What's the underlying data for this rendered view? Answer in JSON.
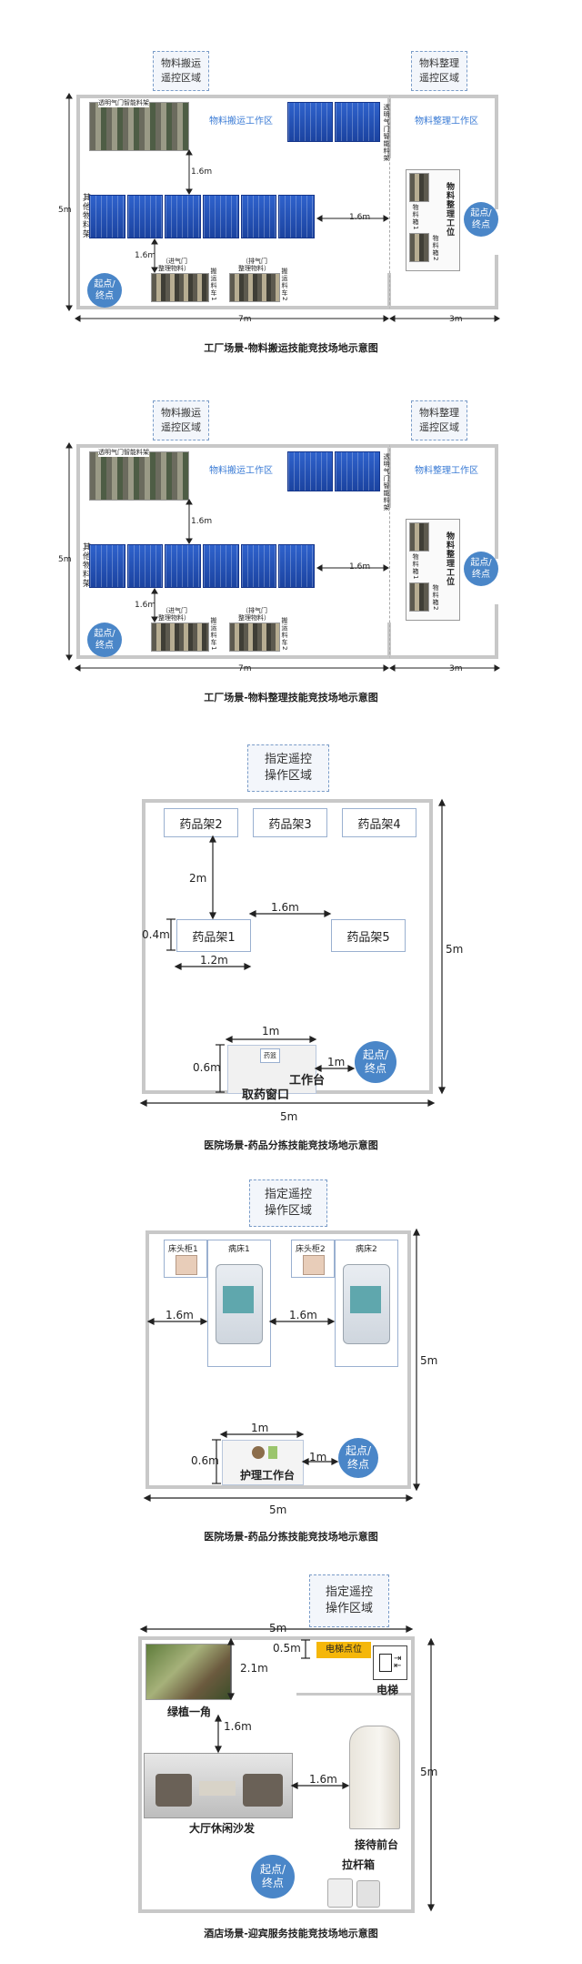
{
  "factory1": {
    "remote_zone_a": "物料搬运\n遥控区域",
    "remote_zone_b": "物料整理\n遥控区域",
    "work_zone_a": "物料搬运工作区",
    "work_zone_b": "物料整理工作区",
    "smart_shelf": "透明气门智能料架",
    "left_rack": "其他物料架",
    "cart1_top": "（进气门",
    "cart1_bot": "整理物料）",
    "cart1_side": "搬运料车1",
    "cart2_top": "（排气门",
    "cart2_bot": "整理物料）",
    "cart2_side": "搬运料车2",
    "dim_v1": "1.6m",
    "dim_h": "1.6m",
    "dim_v2": "1.6m",
    "dim_5m": "5m",
    "dim_7m": "7m",
    "dim_3m": "3m",
    "bin1": "物料箱1",
    "bin2": "物料箱2",
    "station": "物料整理工位",
    "start_left": "起点/\n终点",
    "start_right": "起点/\n终点",
    "caption": "工厂场景-物料搬运技能竞技场地示意图"
  },
  "factory2": {
    "remote_zone_a": "物料搬运\n遥控区域",
    "remote_zone_b": "物料整理\n遥控区域",
    "work_zone_a": "物料搬运工作区",
    "work_zone_b": "物料整理工作区",
    "smart_shelf": "透明气门智能料架",
    "left_rack": "其他物料架",
    "cart1_top": "（进气门",
    "cart1_bot": "整理物料）",
    "cart1_side": "搬运料车1",
    "cart2_top": "（排气门",
    "cart2_bot": "整理物料）",
    "cart2_side": "搬运料车2",
    "dim_v1": "1.6m",
    "dim_h": "1.6m",
    "dim_v2": "1.6m",
    "dim_5m": "5m",
    "dim_7m": "7m",
    "dim_3m": "3m",
    "bin1": "物料箱1",
    "bin2": "物料箱2",
    "station": "物料整理工位",
    "start_left": "起点/\n终点",
    "start_right": "起点/\n终点",
    "caption": "工厂场景-物料整理技能竞技场地示意图"
  },
  "hospital1": {
    "remote_zone": "指定遥控\n操作区域",
    "shelf2": "药品架2",
    "shelf3": "药品架3",
    "shelf4": "药品架4",
    "shelf1": "药品架1",
    "shelf5": "药品架5",
    "dim_2m": "2m",
    "dim_16m": "1.6m",
    "dim_04m": "0.4m",
    "dim_12m": "1.2m",
    "dim_1m_top": "1m",
    "dim_06m": "0.6m",
    "dim_1m_side": "1m",
    "dim_5m_v": "5m",
    "dim_5m_h": "5m",
    "basket": "药篮",
    "workbench": "工作台",
    "window": "取药窗口",
    "start": "起点/\n终点",
    "caption": "医院场景-药品分拣技能竞技场地示意图"
  },
  "hospital2": {
    "remote_zone": "指定遥控\n操作区域",
    "cabinet1": "床头柜1",
    "bed1": "病床1",
    "cabinet2": "床头柜2",
    "bed2": "病床2",
    "dim_16m_a": "1.6m",
    "dim_16m_b": "1.6m",
    "dim_1m_top": "1m",
    "dim_06m": "0.6m",
    "dim_1m_side": "1m",
    "dim_5m_v": "5m",
    "dim_5m_h": "5m",
    "nurse_station": "护理工作台",
    "start": "起点/\n终点",
    "caption": "医院场景-药品分拣技能竞技场地示意图"
  },
  "hotel": {
    "remote_zone": "指定遥控\n操作区域",
    "dim_5m_h": "5m",
    "dim_05m": "0.5m",
    "elevator_spot": "电梯点位",
    "elevator": "电梯",
    "dim_21m": "2.1m",
    "plants": "绿植一角",
    "dim_16m_v": "1.6m",
    "sofa": "大厅休闲沙发",
    "dim_16m_h": "1.6m",
    "reception": "接待前台",
    "dim_5m_v": "5m",
    "luggage": "拉杆箱",
    "start": "起点/\n终点",
    "caption": "酒店场景-迎宾服务技能竞技场地示意图"
  }
}
